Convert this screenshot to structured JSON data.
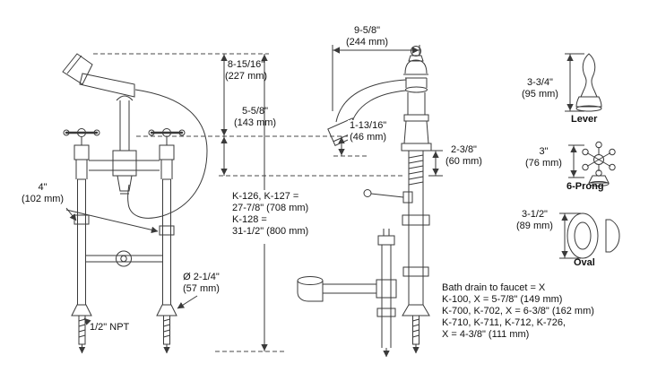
{
  "background": "#ffffff",
  "line_color": "#3a3a3a",
  "dimensions": {
    "handshower_height": {
      "inches": "8-15/16\"",
      "metric": "(227 mm)"
    },
    "spout_reach": {
      "inches": "9-5/8\"",
      "metric": "(244 mm)"
    },
    "spout_height": {
      "inches": "5-5/8\"",
      "metric": "(143 mm)"
    },
    "spout_to_aerator": {
      "inches": "1-13/16\"",
      "metric": "(46 mm)"
    },
    "max_deck_thickness": {
      "inches": "2-3/8\"",
      "metric": "(60 mm)"
    },
    "faucet_centers": {
      "inches": "4\"",
      "metric": "(102 mm)"
    },
    "escutcheon_diameter": {
      "inches": "Ø 2-1/4\"",
      "metric": "(57 mm)"
    },
    "supply_connection": "1/2\" NPT"
  },
  "overall_height_note": {
    "lines": [
      "K-126, K-127 =",
      "27-7/8\" (708 mm)",
      "K-128 =",
      "31-1/2\" (800 mm)"
    ]
  },
  "drain_note": {
    "lines": [
      "Bath drain to faucet = X",
      "K-100, X = 5-7/8\" (149 mm)",
      "K-700, K-702, X = 6-3/8\" (162 mm)",
      "K-710, K-711, K-712, K-726,",
      "X = 4-3/8\" (111 mm)"
    ]
  },
  "handle_options": [
    {
      "name": "Lever",
      "inches": "3-3/4\"",
      "metric": "(95 mm)"
    },
    {
      "name": "6-Prong",
      "inches": "3\"",
      "metric": "(76 mm)"
    },
    {
      "name": "Oval",
      "inches": "3-1/2\"",
      "metric": "(89 mm)"
    }
  ]
}
